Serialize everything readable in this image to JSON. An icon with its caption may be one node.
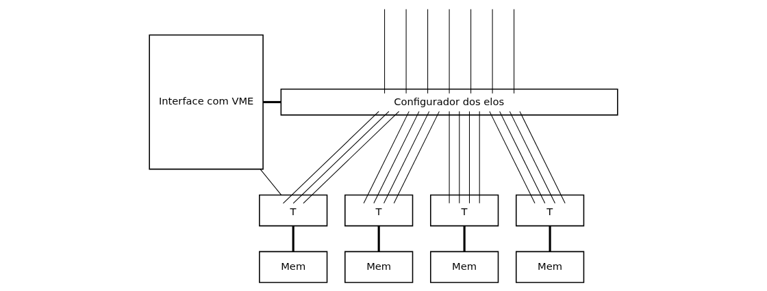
{
  "diagram": {
    "nodes": [
      {
        "text": [
          "Interface com VME"
        ]
      },
      {
        "text": [
          "Configurador dos elos"
        ]
      },
      {
        "text": [
          "T"
        ]
      },
      {
        "text": [
          "T"
        ]
      },
      {
        "text": [
          "T"
        ]
      },
      {
        "text": [
          "T"
        ]
      },
      {
        "text": [
          "Mem"
        ]
      },
      {
        "text": [
          "Mem"
        ]
      },
      {
        "text": [
          "Mem"
        ]
      },
      {
        "text": [
          "Mem"
        ]
      }
    ],
    "edges": [
      {
        "from": 0,
        "to": 1,
        "arrow": "none",
        "style": "thick"
      },
      {
        "from": 0,
        "to": 2,
        "arrow": "none"
      },
      {
        "from": null,
        "to": 1,
        "arrow": "none"
      },
      {
        "from": null,
        "to": 1,
        "arrow": "none"
      },
      {
        "from": null,
        "to": 1,
        "arrow": "none"
      },
      {
        "from": null,
        "to": 1,
        "arrow": "none"
      },
      {
        "from": null,
        "to": 1,
        "arrow": "none"
      },
      {
        "from": null,
        "to": 1,
        "arrow": "none"
      },
      {
        "from": null,
        "to": 1,
        "arrow": "none"
      },
      {
        "from": 1,
        "to": 2,
        "arrow": "none"
      },
      {
        "from": 1,
        "to": 2,
        "arrow": "none"
      },
      {
        "from": 1,
        "to": 2,
        "arrow": "none"
      },
      {
        "from": 1,
        "to": 3,
        "arrow": "none"
      },
      {
        "from": 1,
        "to": 3,
        "arrow": "none"
      },
      {
        "from": 1,
        "to": 3,
        "arrow": "none"
      },
      {
        "from": 1,
        "to": 3,
        "arrow": "none"
      },
      {
        "from": 1,
        "to": 4,
        "arrow": "none"
      },
      {
        "from": 1,
        "to": 4,
        "arrow": "none"
      },
      {
        "from": 1,
        "to": 4,
        "arrow": "none"
      },
      {
        "from": 1,
        "to": 4,
        "arrow": "none"
      },
      {
        "from": 1,
        "to": 5,
        "arrow": "none"
      },
      {
        "from": 1,
        "to": 5,
        "arrow": "none"
      },
      {
        "from": 1,
        "to": 5,
        "arrow": "none"
      },
      {
        "from": 1,
        "to": 5,
        "arrow": "none"
      },
      {
        "from": 2,
        "to": 6,
        "arrow": "none",
        "style": "thick"
      },
      {
        "from": 3,
        "to": 7,
        "arrow": "none",
        "style": "thick"
      },
      {
        "from": 4,
        "to": 8,
        "arrow": "none",
        "style": "thick"
      },
      {
        "from": 5,
        "to": 9,
        "arrow": "none",
        "style": "thick"
      }
    ]
  }
}
